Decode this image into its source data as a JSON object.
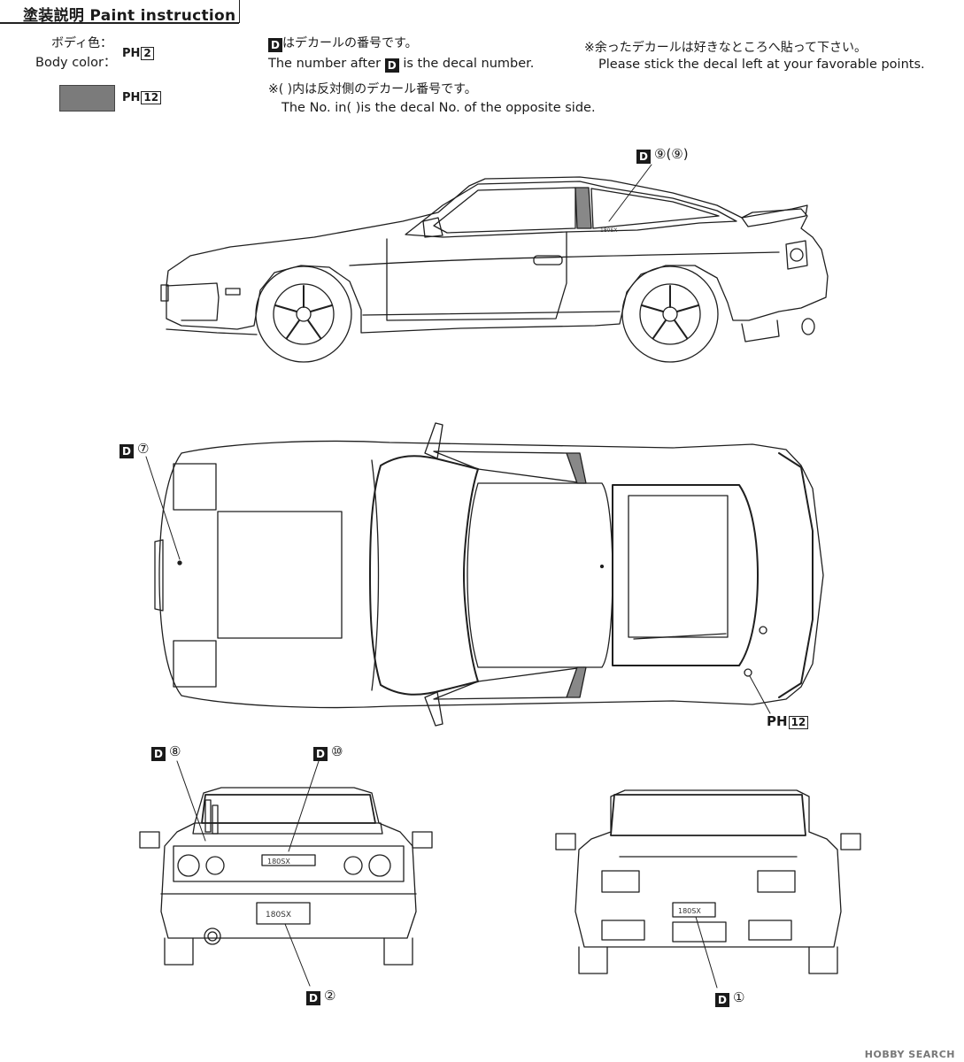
{
  "title": "塗装説明 Paint instruction",
  "body_color": {
    "label_jp": "ボディ色：",
    "label_en": "Body color：",
    "paint_code": "PH",
    "paint_number": "2"
  },
  "swatch": {
    "color": "#7b7b7b",
    "paint_code": "PH",
    "paint_number": "12"
  },
  "notes": {
    "decal_jp": "はデカールの番号です。",
    "decal_en_pre": "The number after",
    "decal_en_post": "is the decal number.",
    "opposite_jp": "※(   )内は反対側のデカール番号です。",
    "opposite_en": "The No. in(   )is the decal No. of the opposite side.",
    "leftover_jp": "※余ったデカールは好きなところへ貼って下さい。",
    "leftover_en": "Please stick the decal left at your favorable points.",
    "badge_letter": "D"
  },
  "callouts": {
    "side": {
      "letter": "D",
      "text": "⑨(⑨)"
    },
    "top_hood": {
      "letter": "D",
      "text": "⑦"
    },
    "top_paint": {
      "code": "PH",
      "number": "12"
    },
    "rear_left": {
      "letter": "D",
      "text": "⑧"
    },
    "rear_mid": {
      "letter": "D",
      "text": "⑩"
    },
    "rear_plate": {
      "letter": "D",
      "text": "②"
    },
    "front_plate": {
      "letter": "D",
      "text": "①"
    }
  },
  "car_text": {
    "side_badge": "180SX",
    "rear_badge": "180SX",
    "rear_plate": "180SX",
    "front_plate": "180SX"
  },
  "footer": "HOBBY SEARCH"
}
